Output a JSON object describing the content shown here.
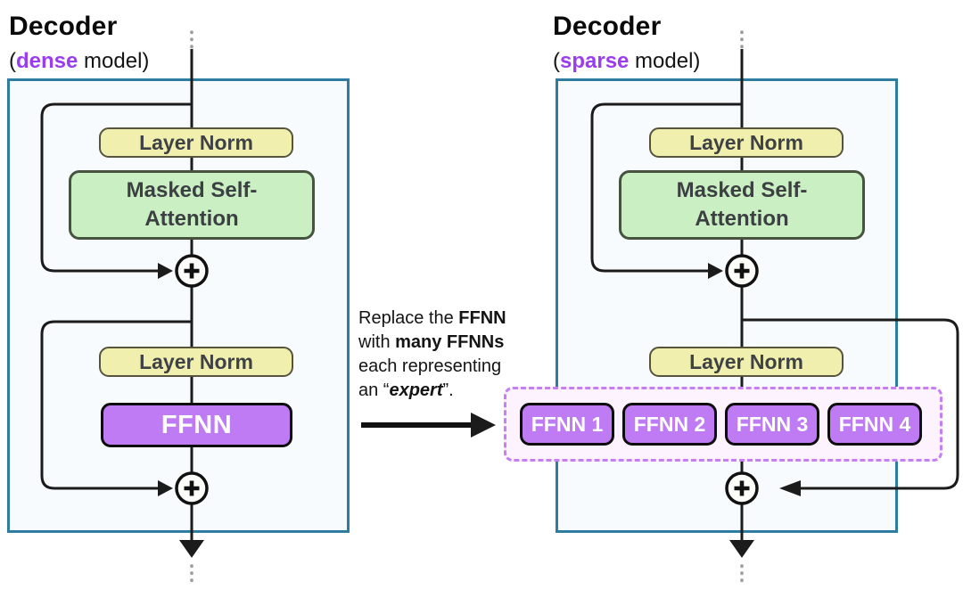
{
  "colors": {
    "accent_purple_text": "#9b3cf0",
    "ffnn_fill_purple": "#bf7bf3",
    "expert_container_border": "#c77ef2",
    "expert_container_fill": "#fdf3fe",
    "decoder_border_teal": "#2e7da1",
    "decoder_fill": "#f8fbfd",
    "layer_norm_fill": "#f1efad",
    "attention_fill": "#c9efc3",
    "wire_color": "#1b1b1b"
  },
  "left_decoder": {
    "title": "Decoder",
    "subtitle": {
      "open": "(",
      "emph": "dense",
      "rest": " model)"
    },
    "layer_norm_1": "Layer Norm",
    "attention_line_1": "Masked Self-",
    "attention_line_2": "Attention",
    "layer_norm_2": "Layer Norm",
    "ffnn": "FFNN"
  },
  "right_decoder": {
    "title": "Decoder",
    "subtitle": {
      "open": "(",
      "emph": "sparse",
      "rest": " model)"
    },
    "layer_norm_1": "Layer Norm",
    "attention_line_1": "Masked Self-",
    "attention_line_2": "Attention",
    "layer_norm_2": "Layer Norm",
    "experts": [
      "FFNN 1",
      "FFNN 2",
      "FFNN 3",
      "FFNN 4"
    ]
  },
  "annotation": {
    "line1": {
      "pre": "Replace the ",
      "bold": "FFNN"
    },
    "line2": {
      "pre": "with ",
      "bold": "many FFNNs"
    },
    "line3": {
      "text": "each representing"
    },
    "line4": {
      "pre": "an “",
      "emph": "expert",
      "post": "”."
    }
  }
}
